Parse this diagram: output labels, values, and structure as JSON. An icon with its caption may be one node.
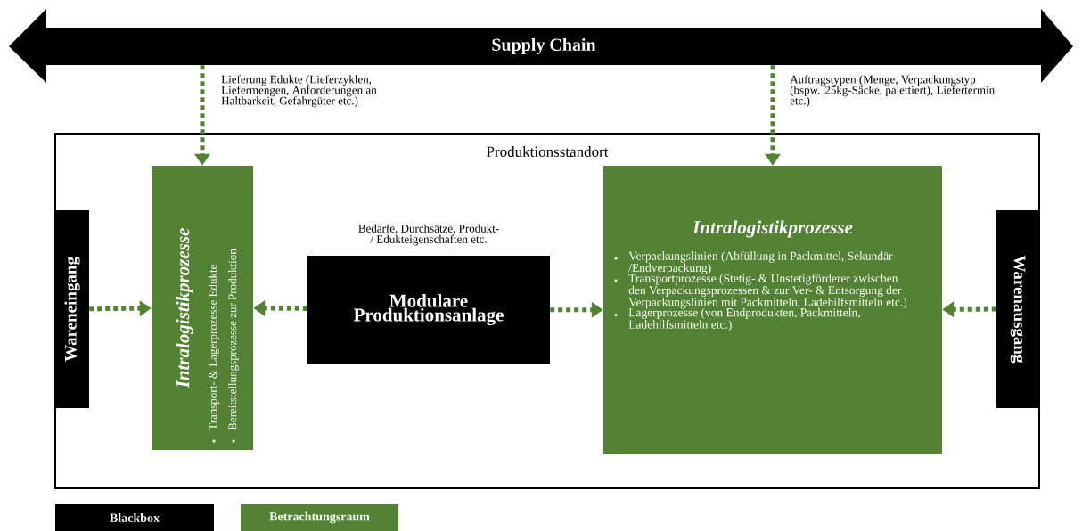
{
  "diagram": {
    "nodes": [
      {
        "text": [
          "Supply Chain"
        ]
      },
      {
        "text": [
          "Produktionsstandort"
        ]
      },
      {
        "text": [
          "Wareneingang"
        ],
        "in": 1
      },
      {
        "text": [
          "Intralogistikprozesse",
          "Transport- & Lagerprozesse Edukte",
          "Bereitstellungsprozesse zur Produktion"
        ],
        "in": 1
      },
      {
        "text": [
          "Modulare Produktionsanlage"
        ],
        "in": 1,
        "beside": [
          "Bedarfe, Durchsätze, Produkt-/ Edukteigenschaften etc."
        ]
      },
      {
        "text": [
          "Intralogistikprozesse",
          "Verpackungslinien (Abfüllung in Packmittel, Sekundär-/Endverpackung)",
          "Transportprozesse (Stetig- & Unstetigförderer zwischen den Verpackungsprozessen & zur Ver- & Entsorgung der Verpackungslinien mit Packmitteln, Ladehilfsmitteln etc.)",
          "Lagerprozesse (von Endprodukten, Packmitteln, Ladehilfsmitteln etc.)"
        ],
        "in": 1
      },
      {
        "text": [
          "Warenausgang"
        ],
        "in": 1
      }
    ],
    "edges": [
      {
        "from": 0,
        "to": 3,
        "arrow": "to",
        "label": "Lieferung Edukte (Lieferzyklen, Liefermengen, Anforderungen an Haltbarkeit, Gefahrgüter etc.)"
      },
      {
        "from": 0,
        "to": 5,
        "arrow": "to",
        "label": "Auftragstypen (Menge, Verpackungstyp (bspw. 25kg-Säcke, palettiert), Liefertermin etc.)"
      },
      {
        "from": 2,
        "to": 3,
        "arrow": "to"
      },
      {
        "from": 4,
        "to": 3,
        "arrow": "to"
      },
      {
        "from": 4,
        "to": 5,
        "arrow": "to"
      },
      {
        "from": 6,
        "to": 5,
        "arrow": "to"
      }
    ],
    "legend": [
      {
        "text": "Blackbox",
        "color": "#000000"
      },
      {
        "text": "Betrachtungsraum",
        "color": "#548235"
      }
    ]
  }
}
